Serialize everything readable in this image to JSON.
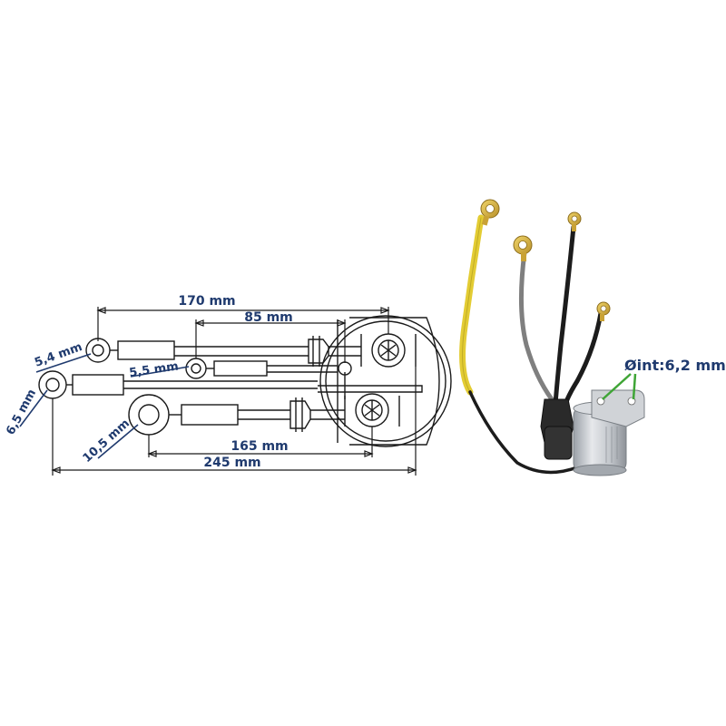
{
  "dimensions": {
    "d170": "170 mm",
    "d85": "85 mm",
    "d54": "5,4 mm",
    "d55": "5,5 mm",
    "d65": "6,5 mm",
    "d105": "10,5 mm",
    "d165": "165 mm",
    "d245": "245 mm"
  },
  "product": {
    "inner_diameter_label": "Øint:6,2 mm",
    "wire_colors": {
      "yellow": "#e8d23a",
      "grey": "#8a8a8a",
      "black": "#1c1c1c",
      "ring_terminal": "#d9b441",
      "body_metal": "#c9ccd1",
      "leader_green": "#3fa536"
    }
  },
  "colors": {
    "dimension_text": "#1f3a6e",
    "line_art": "#1a1a1a"
  }
}
